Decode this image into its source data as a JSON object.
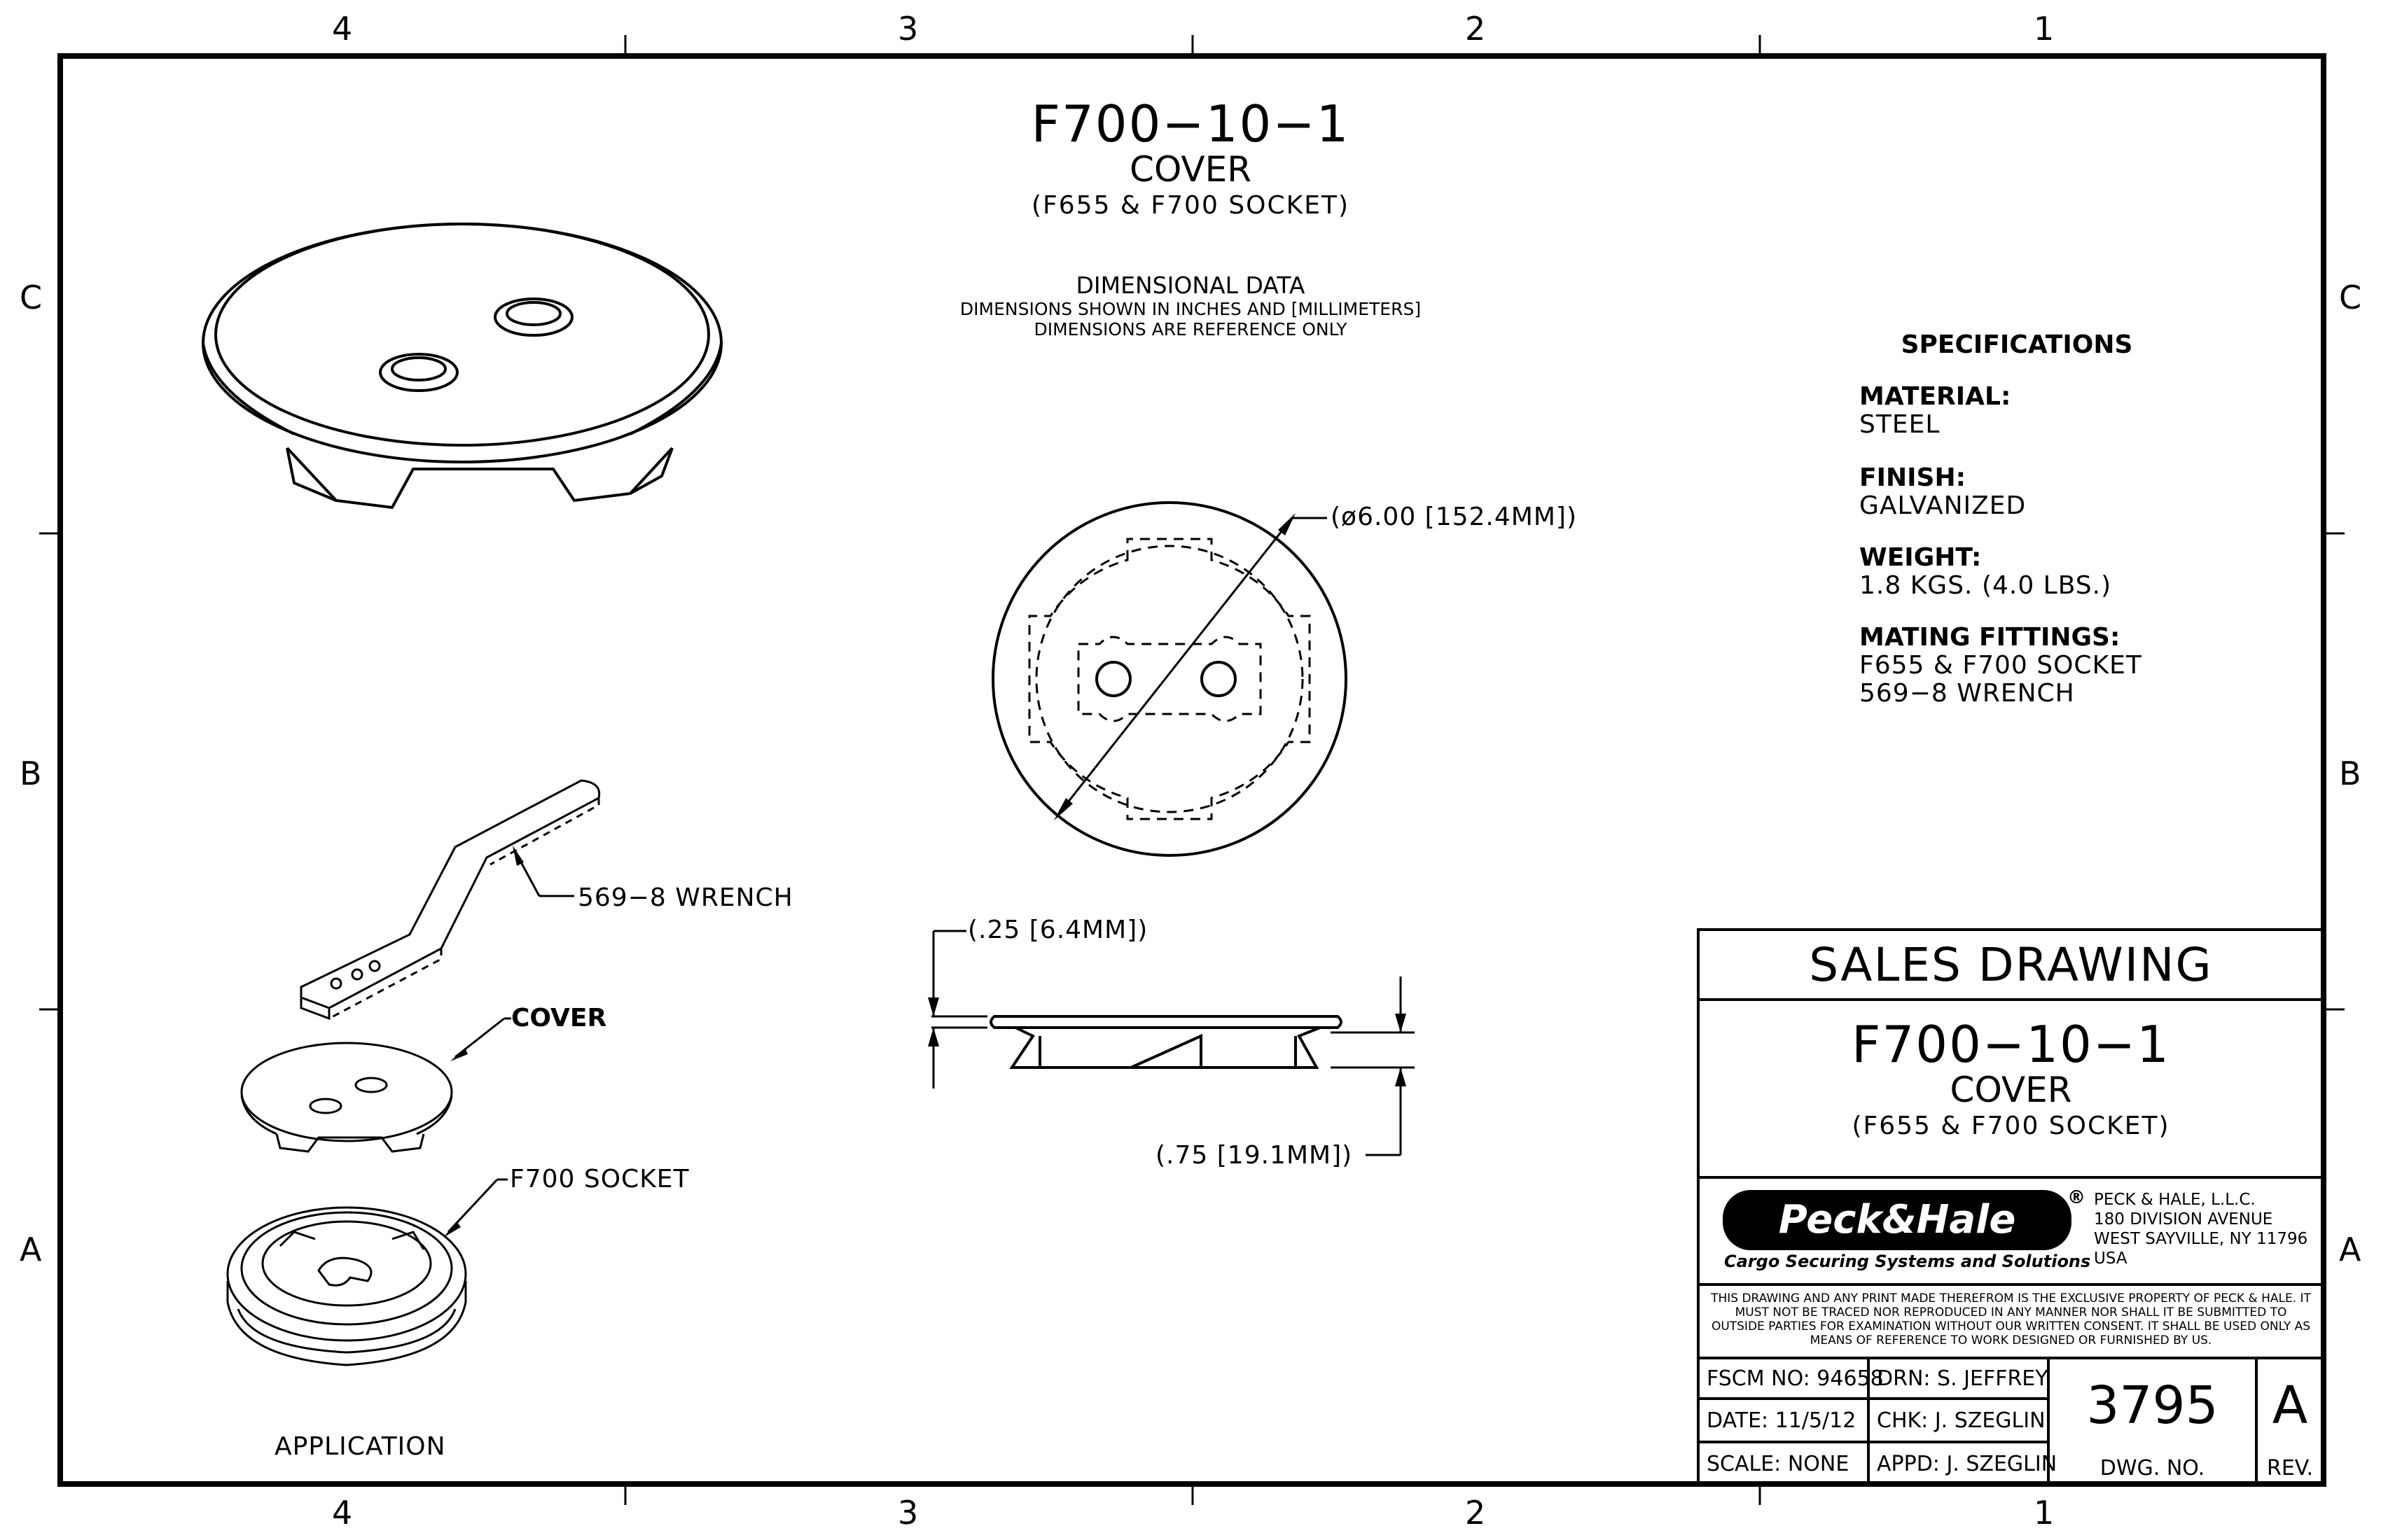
{
  "zones": {
    "columns": [
      "4",
      "3",
      "2",
      "1"
    ],
    "rows": [
      "C",
      "B",
      "A"
    ]
  },
  "header": {
    "part_number": "F700−10−1",
    "part_name": "COVER",
    "socket_note": "(F655 & F700 SOCKET)"
  },
  "dimensional": {
    "title": "DIMENSIONAL DATA",
    "line1": "DIMENSIONS SHOWN IN INCHES AND [MILLIMETERS]",
    "line2": "DIMENSIONS ARE REFERENCE ONLY"
  },
  "specifications": {
    "title": "SPECIFICATIONS",
    "material_label": "MATERIAL:",
    "material_value": "STEEL",
    "finish_label": "FINISH:",
    "finish_value": "GALVANIZED",
    "weight_label": "WEIGHT:",
    "weight_value": "1.8 KGS. (4.0 LBS.)",
    "mating_label": "MATING FITTINGS:",
    "mating_value1": "F655 & F700 SOCKET",
    "mating_value2": "569−8 WRENCH"
  },
  "dimensions": {
    "diameter": "(ø6.00 [152.4MM])",
    "thickness": "(.25 [6.4MM])",
    "height": "(.75 [19.1MM])"
  },
  "application": {
    "wrench": "569−8 WRENCH",
    "cover": "COVER",
    "socket": "F700 SOCKET",
    "caption": "APPLICATION"
  },
  "title_block": {
    "heading": "SALES DRAWING",
    "part_number": "F700−10−1",
    "part_name": "COVER",
    "socket_note": "(F655 & F700 SOCKET)",
    "logo_text": "Peck&Hale",
    "registered": "®",
    "tagline": "Cargo Securing Systems and Solutions",
    "company": "PECK & HALE, L.L.C.",
    "address1": "180 DIVISION AVENUE",
    "address2": "WEST SAYVILLE, NY 11796",
    "country": "USA",
    "proprietary": "THIS DRAWING AND ANY PRINT MADE THEREFROM IS THE EXCLUSIVE PROPERTY OF PECK & HALE. IT MUST NOT BE TRACED NOR REPRODUCED IN ANY MANNER NOR SHALL IT BE SUBMITTED TO OUTSIDE PARTIES FOR EXAMINATION WITHOUT OUR WRITTEN CONSENT. IT SHALL BE USED ONLY AS MEANS OF REFERENCE TO WORK DESIGNED OR FURNISHED BY US.",
    "fscm": "FSCM NO: 94658",
    "date": "DATE: 11/5/12",
    "scale": "SCALE: NONE",
    "drawn": "DRN: S. JEFFREY",
    "checked": "CHK: J. SZEGLIN",
    "approved": "APPD: J. SZEGLIN",
    "dwg_number": "3795",
    "dwg_label": "DWG. NO.",
    "rev": "A",
    "rev_label": "REV."
  }
}
